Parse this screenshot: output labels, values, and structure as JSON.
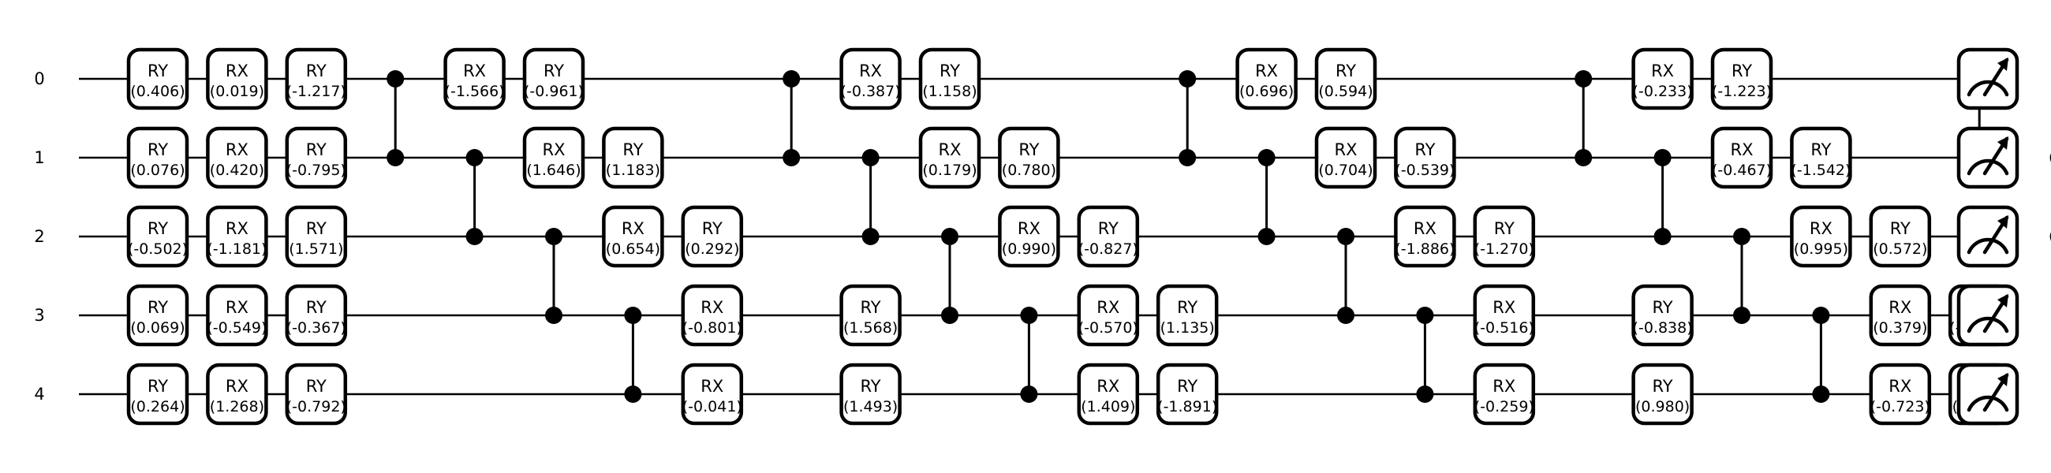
{
  "wires": [
    "0",
    "1",
    "2",
    "3",
    "4"
  ],
  "layers": [
    {
      "gates": [
        {
          "wire": 0,
          "name": "RY",
          "param": "(0.406)"
        },
        {
          "wire": 1,
          "name": "RY",
          "param": "(0.076)"
        },
        {
          "wire": 2,
          "name": "RY",
          "param": "(-0.502)"
        },
        {
          "wire": 3,
          "name": "RY",
          "param": "(0.069)"
        },
        {
          "wire": 4,
          "name": "RY",
          "param": "(0.264)"
        }
      ]
    },
    {
      "gates": [
        {
          "wire": 0,
          "name": "RX",
          "param": "(0.019)"
        },
        {
          "wire": 1,
          "name": "RX",
          "param": "(0.420)"
        },
        {
          "wire": 2,
          "name": "RX",
          "param": "(-1.181)"
        },
        {
          "wire": 3,
          "name": "RX",
          "param": "(-0.549)"
        },
        {
          "wire": 4,
          "name": "RX",
          "param": "(1.268)"
        }
      ]
    },
    {
      "gates": [
        {
          "wire": 0,
          "name": "RY",
          "param": "(-1.217)"
        },
        {
          "wire": 1,
          "name": "RY",
          "param": "(-0.795)"
        },
        {
          "wire": 2,
          "name": "RY",
          "param": "(1.571)"
        },
        {
          "wire": 3,
          "name": "RY",
          "param": "(-0.367)"
        },
        {
          "wire": 4,
          "name": "RY",
          "param": "(-0.792)"
        }
      ]
    },
    {
      "cz": [
        0,
        1
      ]
    },
    {
      "gates": [
        {
          "wire": 0,
          "name": "RX",
          "param": "(-1.566)"
        }
      ],
      "cz": [
        1,
        2
      ]
    },
    {
      "gates": [
        {
          "wire": 0,
          "name": "RY",
          "param": "(-0.961)"
        },
        {
          "wire": 1,
          "name": "RX",
          "param": "(1.646)"
        }
      ],
      "cz": [
        2,
        3
      ]
    },
    {
      "gates": [
        {
          "wire": 1,
          "name": "RY",
          "param": "(1.183)"
        },
        {
          "wire": 2,
          "name": "RX",
          "param": "(0.654)"
        }
      ],
      "cz": [
        3,
        4
      ]
    },
    {
      "gates": [
        {
          "wire": 2,
          "name": "RY",
          "param": "(0.292)"
        },
        {
          "wire": 3,
          "name": "RX",
          "param": "(-0.801)"
        },
        {
          "wire": 4,
          "name": "RX",
          "param": "(-0.041)"
        }
      ]
    },
    {
      "cz": [
        0,
        1
      ]
    },
    {
      "gates": [
        {
          "wire": 0,
          "name": "RX",
          "param": "(-0.387)"
        },
        {
          "wire": 3,
          "name": "RY",
          "param": "(1.568)"
        },
        {
          "wire": 4,
          "name": "RY",
          "param": "(1.493)"
        }
      ],
      "cz": [
        1,
        2
      ]
    },
    {
      "gates": [
        {
          "wire": 0,
          "name": "RY",
          "param": "(1.158)"
        },
        {
          "wire": 1,
          "name": "RX",
          "param": "(0.179)"
        }
      ],
      "cz": [
        2,
        3
      ]
    },
    {
      "gates": [
        {
          "wire": 1,
          "name": "RY",
          "param": "(0.780)"
        },
        {
          "wire": 2,
          "name": "RX",
          "param": "(0.990)"
        }
      ],
      "cz": [
        3,
        4
      ]
    },
    {
      "gates": [
        {
          "wire": 2,
          "name": "RY",
          "param": "(-0.827)"
        },
        {
          "wire": 3,
          "name": "RX",
          "param": "(-0.570)"
        },
        {
          "wire": 4,
          "name": "RX",
          "param": "(1.409)"
        }
      ]
    },
    {
      "gates": [
        {
          "wire": 3,
          "name": "RY",
          "param": "(1.135)"
        },
        {
          "wire": 4,
          "name": "RY",
          "param": "(-1.891)"
        }
      ],
      "cz": [
        0,
        1
      ]
    },
    {
      "gates": [
        {
          "wire": 0,
          "name": "RX",
          "param": "(0.696)"
        }
      ],
      "cz": [
        1,
        2
      ]
    },
    {
      "gates": [
        {
          "wire": 0,
          "name": "RY",
          "param": "(0.594)"
        },
        {
          "wire": 1,
          "name": "RX",
          "param": "(0.704)"
        }
      ],
      "cz": [
        2,
        3
      ]
    },
    {
      "gates": [
        {
          "wire": 1,
          "name": "RY",
          "param": "(-0.539)"
        },
        {
          "wire": 2,
          "name": "RX",
          "param": "(-1.886)"
        }
      ],
      "cz": [
        3,
        4
      ]
    },
    {
      "gates": [
        {
          "wire": 2,
          "name": "RY",
          "param": "(-1.270)"
        },
        {
          "wire": 3,
          "name": "RX",
          "param": "(-0.516)"
        },
        {
          "wire": 4,
          "name": "RX",
          "param": "(-0.259)"
        }
      ]
    },
    {
      "cz": [
        0,
        1
      ]
    },
    {
      "gates": [
        {
          "wire": 0,
          "name": "RX",
          "param": "(-0.233)"
        },
        {
          "wire": 3,
          "name": "RY",
          "param": "(-0.838)"
        },
        {
          "wire": 4,
          "name": "RY",
          "param": "(0.980)"
        }
      ],
      "cz": [
        1,
        2
      ]
    },
    {
      "gates": [
        {
          "wire": 0,
          "name": "RY",
          "param": "(-1.223)"
        },
        {
          "wire": 1,
          "name": "RX",
          "param": "(-0.467)"
        }
      ],
      "cz": [
        2,
        3
      ]
    },
    {
      "gates": [
        {
          "wire": 1,
          "name": "RY",
          "param": "(-1.542)"
        },
        {
          "wire": 2,
          "name": "RX",
          "param": "(0.995)"
        }
      ],
      "cz": [
        3,
        4
      ]
    },
    {
      "gates": [
        {
          "wire": 2,
          "name": "RY",
          "param": "(0.572)"
        },
        {
          "wire": 3,
          "name": "RX",
          "param": "(0.379)"
        },
        {
          "wire": 4,
          "name": "RX",
          "param": "(-0.723)"
        }
      ]
    },
    {
      "gates": [
        {
          "wire": 3,
          "name": "RY",
          "param": "(-1.721)"
        },
        {
          "wire": 4,
          "name": "RY",
          "param": "(1.213)"
        }
      ],
      "cz": [
        0,
        1
      ]
    },
    {
      "cz": [
        1,
        2
      ]
    },
    {
      "cz": [
        2,
        3
      ]
    },
    {
      "cz": [
        3,
        4
      ]
    }
  ],
  "measurements": [
    "meter-icon",
    "meter-icon",
    "meter-icon",
    "meter-icon",
    "meter-icon"
  ]
}
